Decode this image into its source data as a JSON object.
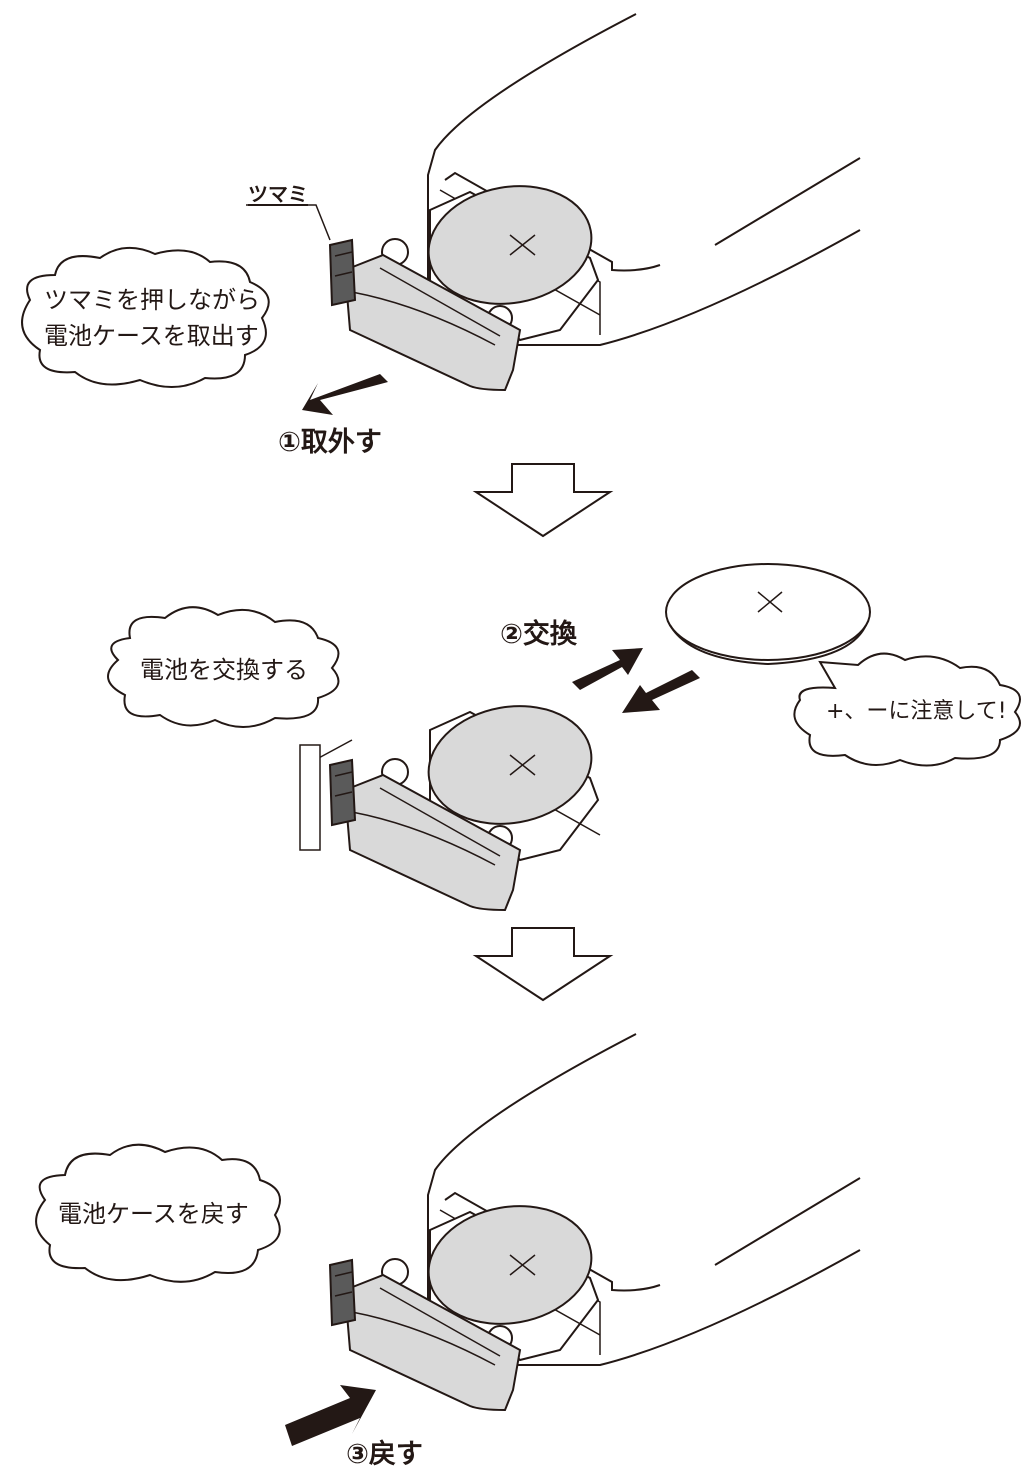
{
  "callout_knob": "ツマミ",
  "steps": {
    "remove": {
      "label": "①取外す",
      "bubble_line1": "ツマミを押しながら",
      "bubble_line2": "電池ケースを取出す"
    },
    "replace": {
      "label": "②交換",
      "bubble": "電池を交換する",
      "note": "+、ーに注意して!"
    },
    "return": {
      "label": "③戻す",
      "bubble": "電池ケースを戻す"
    }
  },
  "colors": {
    "line": "#231815",
    "tray_gray": "#d9d9d9",
    "knob_dark": "#5a5a5a",
    "arrow": "#231815"
  }
}
